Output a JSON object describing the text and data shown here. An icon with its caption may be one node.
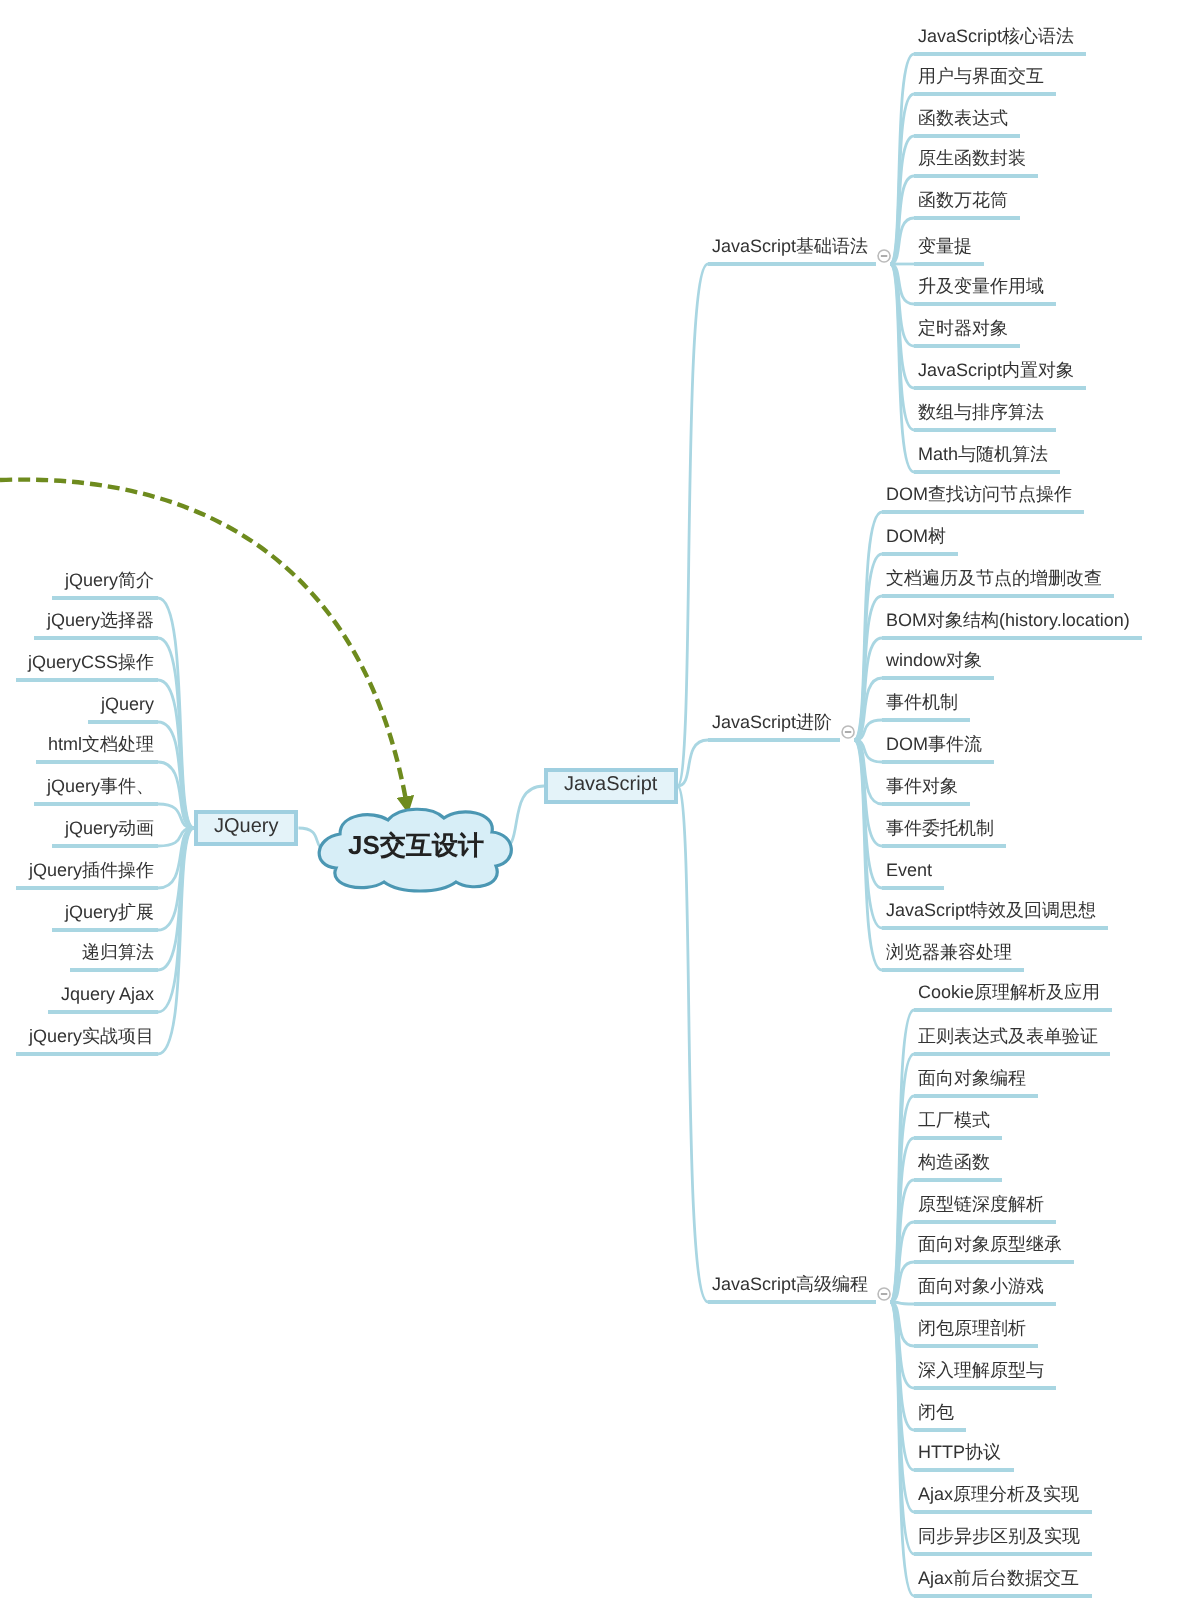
{
  "diagram": {
    "nodes": [
      {
        "text": [
          "JS交互设计"
        ]
      },
      {
        "text": [
          "JavaScript"
        ]
      },
      {
        "text": [
          "JavaScript基础语法"
        ]
      },
      {
        "text": [
          "JavaScript核心语法"
        ]
      },
      {
        "text": [
          "用户与界面交互"
        ]
      },
      {
        "text": [
          "函数表达式"
        ]
      },
      {
        "text": [
          "原生函数封装"
        ]
      },
      {
        "text": [
          "函数万花筒"
        ]
      },
      {
        "text": [
          "变量提"
        ]
      },
      {
        "text": [
          "升及变量作用域"
        ]
      },
      {
        "text": [
          "定时器对象"
        ]
      },
      {
        "text": [
          "JavaScript内置对象"
        ]
      },
      {
        "text": [
          "数组与排序算法"
        ]
      },
      {
        "text": [
          "Math与随机算法"
        ]
      },
      {
        "text": [
          "JavaScript进阶"
        ]
      },
      {
        "text": [
          "DOM查找访问节点操作"
        ]
      },
      {
        "text": [
          "DOM树"
        ]
      },
      {
        "text": [
          "文档遍历及节点的增删改查"
        ]
      },
      {
        "text": [
          "BOM对象结构(history.location)"
        ]
      },
      {
        "text": [
          "window对象"
        ]
      },
      {
        "text": [
          "事件机制"
        ]
      },
      {
        "text": [
          "DOM事件流"
        ]
      },
      {
        "text": [
          "事件对象"
        ]
      },
      {
        "text": [
          "事件委托机制"
        ]
      },
      {
        "text": [
          "Event"
        ]
      },
      {
        "text": [
          "JavaScript特效及回调思想"
        ]
      },
      {
        "text": [
          "浏览器兼容处理"
        ]
      },
      {
        "text": [
          "JavaScript高级编程"
        ]
      },
      {
        "text": [
          "Cookie原理解析及应用"
        ]
      },
      {
        "text": [
          "正则表达式及表单验证"
        ]
      },
      {
        "text": [
          "面向对象编程"
        ]
      },
      {
        "text": [
          "工厂模式"
        ]
      },
      {
        "text": [
          "构造函数"
        ]
      },
      {
        "text": [
          "原型链深度解析"
        ]
      },
      {
        "text": [
          "面向对象原型继承"
        ]
      },
      {
        "text": [
          "面向对象小游戏"
        ]
      },
      {
        "text": [
          "闭包原理剖析"
        ]
      },
      {
        "text": [
          "深入理解原型与"
        ]
      },
      {
        "text": [
          "闭包"
        ]
      },
      {
        "text": [
          "HTTP协议"
        ]
      },
      {
        "text": [
          "Ajax原理分析及实现"
        ]
      },
      {
        "text": [
          "同步异步区别及实现"
        ]
      },
      {
        "text": [
          "Ajax前后台数据交互"
        ]
      },
      {
        "text": [
          "JQuery"
        ]
      },
      {
        "text": [
          "jQuery简介"
        ]
      },
      {
        "text": [
          "jQuery选择器"
        ]
      },
      {
        "text": [
          "jQueryCSS操作"
        ]
      },
      {
        "text": [
          "jQuery"
        ]
      },
      {
        "text": [
          "html文档处理"
        ]
      },
      {
        "text": [
          "jQuery事件、"
        ]
      },
      {
        "text": [
          "jQuery动画"
        ]
      },
      {
        "text": [
          "jQuery插件操作"
        ]
      },
      {
        "text": [
          "jQuery扩展"
        ]
      },
      {
        "text": [
          "递归算法"
        ]
      },
      {
        "text": [
          "Jquery Ajax"
        ]
      },
      {
        "text": [
          "jQuery实战项目"
        ]
      }
    ],
    "edges": [
      {
        "from": null,
        "to": 0,
        "arrow": "to",
        "style": "dashed",
        "color": "#6e8b1e"
      },
      {
        "from": 0,
        "to": 1,
        "arrow": "none"
      },
      {
        "from": 1,
        "to": 2,
        "arrow": "none"
      },
      {
        "from": 1,
        "to": 14,
        "arrow": "none"
      },
      {
        "from": 1,
        "to": 27,
        "arrow": "none"
      },
      {
        "from": 0,
        "to": 43,
        "arrow": "none"
      },
      {
        "from": 2,
        "to": 3,
        "arrow": "none"
      },
      {
        "from": 2,
        "to": 4,
        "arrow": "none"
      },
      {
        "from": 2,
        "to": 5,
        "arrow": "none"
      },
      {
        "from": 2,
        "to": 6,
        "arrow": "none"
      },
      {
        "from": 2,
        "to": 7,
        "arrow": "none"
      },
      {
        "from": 2,
        "to": 8,
        "arrow": "none"
      },
      {
        "from": 2,
        "to": 9,
        "arrow": "none"
      },
      {
        "from": 2,
        "to": 10,
        "arrow": "none"
      },
      {
        "from": 2,
        "to": 11,
        "arrow": "none"
      },
      {
        "from": 2,
        "to": 12,
        "arrow": "none"
      },
      {
        "from": 2,
        "to": 13,
        "arrow": "none"
      },
      {
        "from": 14,
        "to": 15,
        "arrow": "none"
      },
      {
        "from": 14,
        "to": 16,
        "arrow": "none"
      },
      {
        "from": 14,
        "to": 17,
        "arrow": "none"
      },
      {
        "from": 14,
        "to": 18,
        "arrow": "none"
      },
      {
        "from": 14,
        "to": 19,
        "arrow": "none"
      },
      {
        "from": 14,
        "to": 20,
        "arrow": "none"
      },
      {
        "from": 14,
        "to": 21,
        "arrow": "none"
      },
      {
        "from": 14,
        "to": 22,
        "arrow": "none"
      },
      {
        "from": 14,
        "to": 23,
        "arrow": "none"
      },
      {
        "from": 14,
        "to": 24,
        "arrow": "none"
      },
      {
        "from": 14,
        "to": 25,
        "arrow": "none"
      },
      {
        "from": 14,
        "to": 26,
        "arrow": "none"
      },
      {
        "from": 27,
        "to": 28,
        "arrow": "none"
      },
      {
        "from": 27,
        "to": 29,
        "arrow": "none"
      },
      {
        "from": 27,
        "to": 30,
        "arrow": "none"
      },
      {
        "from": 27,
        "to": 31,
        "arrow": "none"
      },
      {
        "from": 27,
        "to": 32,
        "arrow": "none"
      },
      {
        "from": 27,
        "to": 33,
        "arrow": "none"
      },
      {
        "from": 27,
        "to": 34,
        "arrow": "none"
      },
      {
        "from": 27,
        "to": 35,
        "arrow": "none"
      },
      {
        "from": 27,
        "to": 36,
        "arrow": "none"
      },
      {
        "from": 27,
        "to": 37,
        "arrow": "none"
      },
      {
        "from": 27,
        "to": 38,
        "arrow": "none"
      },
      {
        "from": 27,
        "to": 39,
        "arrow": "none"
      },
      {
        "from": 27,
        "to": 40,
        "arrow": "none"
      },
      {
        "from": 27,
        "to": 41,
        "arrow": "none"
      },
      {
        "from": 27,
        "to": 42,
        "arrow": "none"
      },
      {
        "from": 43,
        "to": 44,
        "arrow": "none"
      },
      {
        "from": 43,
        "to": 45,
        "arrow": "none"
      },
      {
        "from": 43,
        "to": 46,
        "arrow": "none"
      },
      {
        "from": 43,
        "to": 47,
        "arrow": "none"
      },
      {
        "from": 43,
        "to": 48,
        "arrow": "none"
      },
      {
        "from": 43,
        "to": 49,
        "arrow": "none"
      },
      {
        "from": 43,
        "to": 50,
        "arrow": "none"
      },
      {
        "from": 43,
        "to": 51,
        "arrow": "none"
      },
      {
        "from": 43,
        "to": 52,
        "arrow": "none"
      },
      {
        "from": 43,
        "to": 53,
        "arrow": "none"
      },
      {
        "from": 43,
        "to": 54,
        "arrow": "none"
      },
      {
        "from": 43,
        "to": 55,
        "arrow": "none"
      }
    ]
  }
}
